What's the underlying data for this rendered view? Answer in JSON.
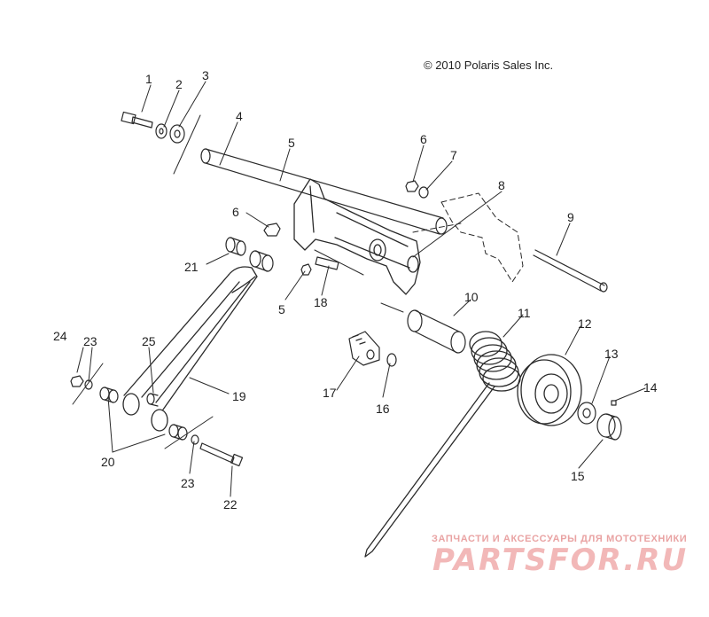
{
  "copyright": "© 2010 Polaris Sales Inc.",
  "watermark": {
    "tagline": "ЗАПЧАСТИ И АКСЕССУАРЫ ДЛЯ МОТОТЕХНИКИ",
    "brand": "PARTSFOR.RU",
    "color": "#f2b8b8"
  },
  "callouts": {
    "c1": "1",
    "c2": "2",
    "c3": "3",
    "c4": "4",
    "c5a": "5",
    "c6a": "6",
    "c7": "7",
    "c8": "8",
    "c6b": "6",
    "c9": "9",
    "c21": "21",
    "c5b": "5",
    "c18": "18",
    "c10": "10",
    "c11": "11",
    "c12": "12",
    "c24": "24",
    "c23a": "23",
    "c25": "25",
    "c19": "19",
    "c17": "17",
    "c16": "16",
    "c13": "13",
    "c14": "14",
    "c15": "15",
    "c20": "20",
    "c23b": "23",
    "c22": "22"
  }
}
